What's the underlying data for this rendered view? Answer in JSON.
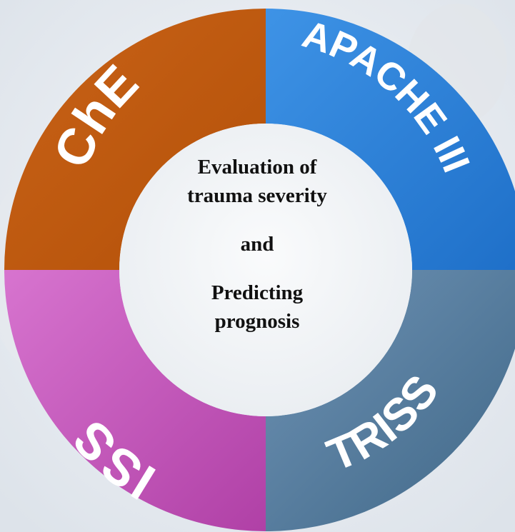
{
  "colors": {
    "background": "#eef1f5",
    "che": "#c0590d",
    "apache": "#2b7fd6",
    "triss": "#4c7395",
    "iss": "#bf4fb5",
    "inner": "#f5f6f8",
    "text": "#111111"
  },
  "segments": {
    "che": "ChE",
    "apache": "APACHE III",
    "triss": "TRISS",
    "iss": "ISS"
  },
  "center": {
    "line1": "Evaluation of",
    "line2": "trauma severity",
    "line3": "and",
    "line4": "Predicting",
    "line5": "prognosis"
  }
}
